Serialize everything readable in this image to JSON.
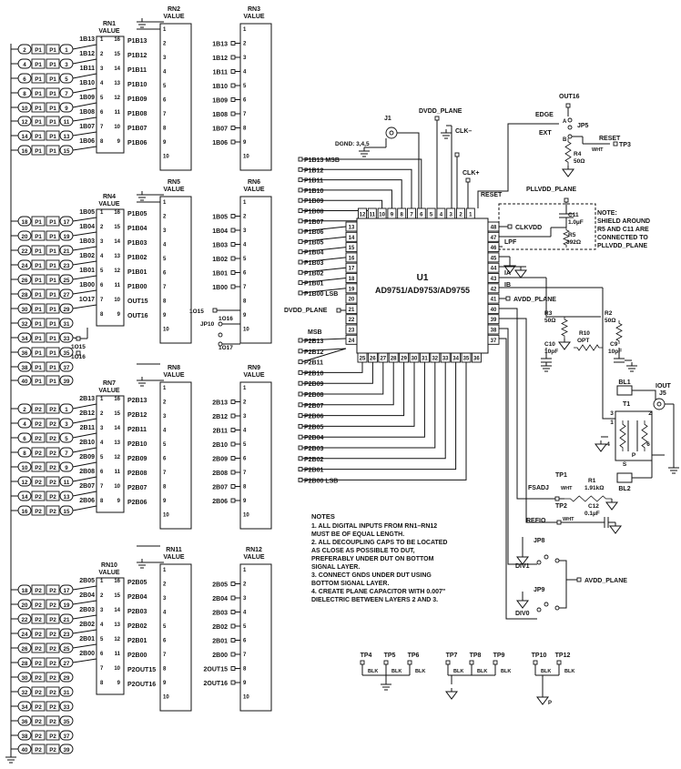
{
  "rn_blocks": [
    {
      "name": "RN1",
      "value": "VALUE",
      "pins": [
        "1",
        "16",
        "2",
        "15",
        "3",
        "14",
        "4",
        "13",
        "5",
        "12",
        "6",
        "11",
        "7",
        "10",
        "8",
        "9"
      ],
      "left": [
        "1B13",
        "1B12",
        "1B11",
        "1B10",
        "1B09",
        "1B08",
        "1B07",
        "1B06"
      ],
      "right": [
        "P1B13",
        "P1B12",
        "P1B11",
        "P1B10",
        "P1B09",
        "P1B08",
        "P1B07",
        "P1B06"
      ]
    },
    {
      "name": "RN4",
      "value": "VALUE",
      "pins": [
        "1",
        "16",
        "2",
        "15",
        "3",
        "14",
        "4",
        "13",
        "5",
        "12",
        "6",
        "11",
        "7",
        "10",
        "8",
        "9"
      ],
      "left": [
        "1B05",
        "1B04",
        "1B03",
        "1B02",
        "1B01",
        "1B00",
        "1O17",
        ""
      ],
      "right": [
        "P1B05",
        "P1B04",
        "P1B03",
        "P1B02",
        "P1B01",
        "P1B00",
        "OUT15",
        "OUT16"
      ]
    },
    {
      "name": "RN7",
      "value": "VALUE",
      "pins": [
        "1",
        "16",
        "2",
        "15",
        "3",
        "14",
        "4",
        "13",
        "5",
        "12",
        "6",
        "11",
        "7",
        "10",
        "8",
        "9"
      ],
      "left": [
        "2B13",
        "2B12",
        "2B11",
        "2B10",
        "2B09",
        "2B08",
        "2B07",
        "2B06"
      ],
      "right": [
        "P2B13",
        "P2B12",
        "P2B11",
        "P2B10",
        "P2B09",
        "P2B08",
        "P2B07",
        "P2B06"
      ]
    },
    {
      "name": "RN10",
      "value": "VALUE",
      "pins": [
        "1",
        "16",
        "2",
        "15",
        "3",
        "14",
        "4",
        "13",
        "5",
        "12",
        "6",
        "11",
        "7",
        "10",
        "8",
        "9"
      ],
      "left": [
        "2B05",
        "2B04",
        "2B03",
        "2B02",
        "2B01",
        "2B00",
        "",
        ""
      ],
      "right": [
        "P2B05",
        "P2B04",
        "P2B03",
        "P2B02",
        "P2B01",
        "P2B00",
        "P2OUT15",
        "P2OUT16"
      ]
    }
  ],
  "sip_blocks": [
    {
      "name": "RN2",
      "value": "VALUE",
      "labels": []
    },
    {
      "name": "RN5",
      "value": "VALUE",
      "labels": []
    },
    {
      "name": "RN8",
      "value": "VALUE",
      "labels": []
    },
    {
      "name": "RN11",
      "value": "VALUE",
      "labels": []
    },
    {
      "name": "RN3",
      "value": "VALUE",
      "labels": [
        "1B13",
        "1B12",
        "1B11",
        "1B10",
        "1B09",
        "1B08",
        "1B07",
        "1B06"
      ]
    },
    {
      "name": "RN6",
      "value": "VALUE",
      "labels": [
        "1B05",
        "1B04",
        "1B03",
        "1B02",
        "1B01",
        "1B00",
        "",
        ""
      ]
    },
    {
      "name": "RN9",
      "value": "VALUE",
      "labels": [
        "2B13",
        "2B12",
        "2B11",
        "2B10",
        "2B09",
        "2B08",
        "2B07",
        "2B06"
      ]
    },
    {
      "name": "RN12",
      "value": "VALUE",
      "labels": [
        "2B05",
        "2B04",
        "2B03",
        "2B02",
        "2B01",
        "2B00",
        "2OUT15",
        "2OUT16"
      ]
    }
  ],
  "connector_rows": {
    "p1": [
      [
        "2",
        "P1",
        "P1",
        "1"
      ],
      [
        "4",
        "P1",
        "P1",
        "3"
      ],
      [
        "6",
        "P1",
        "P1",
        "5"
      ],
      [
        "8",
        "P1",
        "P1",
        "7"
      ],
      [
        "10",
        "P1",
        "P1",
        "9"
      ],
      [
        "12",
        "P1",
        "P1",
        "11"
      ],
      [
        "14",
        "P1",
        "P1",
        "13"
      ],
      [
        "16",
        "P1",
        "P1",
        "15"
      ],
      [
        "18",
        "P1",
        "P1",
        "17"
      ],
      [
        "20",
        "P1",
        "P1",
        "19"
      ],
      [
        "22",
        "P1",
        "P1",
        "21"
      ],
      [
        "24",
        "P1",
        "P1",
        "23"
      ],
      [
        "26",
        "P1",
        "P1",
        "25"
      ],
      [
        "28",
        "P1",
        "P1",
        "27"
      ],
      [
        "30",
        "P1",
        "P1",
        "29"
      ],
      [
        "32",
        "P1",
        "P1",
        "31"
      ],
      [
        "34",
        "P1",
        "P1",
        "33"
      ],
      [
        "36",
        "P1",
        "P1",
        "35"
      ],
      [
        "38",
        "P1",
        "P1",
        "37"
      ],
      [
        "40",
        "P1",
        "P1",
        "39"
      ]
    ],
    "p2": [
      [
        "2",
        "P2",
        "P2",
        "1"
      ],
      [
        "4",
        "P2",
        "P2",
        "3"
      ],
      [
        "6",
        "P2",
        "P2",
        "5"
      ],
      [
        "8",
        "P2",
        "P2",
        "7"
      ],
      [
        "10",
        "P2",
        "P2",
        "9"
      ],
      [
        "12",
        "P2",
        "P2",
        "11"
      ],
      [
        "14",
        "P2",
        "P2",
        "13"
      ],
      [
        "16",
        "P2",
        "P2",
        "15"
      ],
      [
        "18",
        "P2",
        "P2",
        "17"
      ],
      [
        "20",
        "P2",
        "P2",
        "19"
      ],
      [
        "22",
        "P2",
        "P2",
        "21"
      ],
      [
        "24",
        "P2",
        "P2",
        "23"
      ],
      [
        "26",
        "P2",
        "P2",
        "25"
      ],
      [
        "28",
        "P2",
        "P2",
        "27"
      ],
      [
        "30",
        "P2",
        "P2",
        "29"
      ],
      [
        "32",
        "P2",
        "P2",
        "31"
      ],
      [
        "34",
        "P2",
        "P2",
        "33"
      ],
      [
        "36",
        "P2",
        "P2",
        "35"
      ],
      [
        "38",
        "P2",
        "P2",
        "37"
      ],
      [
        "40",
        "P2",
        "P2",
        "39"
      ]
    ]
  },
  "side_labels": {
    "o15": "1O15",
    "o16": "1O16"
  },
  "jp10": {
    "name": "JP10",
    "a": "1O15",
    "b": "1O16",
    "c": "1O17"
  },
  "u1": {
    "name": "U1",
    "part": "AD9751/AD9753/AD9755",
    "top_pins": [
      "12",
      "11",
      "10",
      "9",
      "8",
      "7",
      "6",
      "5",
      "4",
      "3",
      "2",
      "1"
    ],
    "left_pins": [
      "13",
      "14",
      "15",
      "16",
      "17",
      "18",
      "19",
      "20",
      "21",
      "22",
      "23",
      "24"
    ],
    "bottom_pins": [
      "25",
      "26",
      "27",
      "28",
      "29",
      "30",
      "31",
      "32",
      "33",
      "34",
      "35",
      "36"
    ],
    "right_pins": [
      "48",
      "47",
      "46",
      "45",
      "44",
      "43",
      "42",
      "41",
      "40",
      "39",
      "38",
      "37"
    ],
    "port1": [
      "P1B13 MSB",
      "P1B12",
      "P1B11",
      "P1B10",
      "P1B09",
      "P1B08",
      "P1B07",
      "P1B06",
      "P1B05",
      "P1B04",
      "P1B03",
      "P1B02",
      "P1B01",
      "P1B00 LSB"
    ],
    "port2": [
      "P2B13",
      "P2B12",
      "P2B11",
      "P2B10",
      "P2B09",
      "P2B08",
      "P2B07",
      "P2B06",
      "P2B05",
      "P2B04",
      "P2B03",
      "P2B02",
      "P2B01",
      "P2B00 LSB"
    ],
    "msb": "MSB",
    "dvdd_plane": "DVDD_PLANE"
  },
  "top_labels": {
    "j1": "J1",
    "dgnd": "DGND: 3,4,5",
    "dvdd": "DVDD_PLANE",
    "clkm": "CLK–",
    "clkp": "CLK+",
    "reset": "RESET",
    "out16": "OUT16",
    "edge": "EDGE",
    "ext": "EXT",
    "jp5": "JP5",
    "a": "A",
    "b": "B",
    "r4": "R4",
    "r4v": "50Ω",
    "reset2": "RESET",
    "whttp3": "WHT",
    "tp3": "TP3",
    "pllvdd": "PLLVDD_PLANE",
    "c11": "C11",
    "c11v": "1.0µF",
    "r5": "R5",
    "r5v": "392Ω",
    "note": [
      "NOTE:",
      "SHIELD AROUND",
      "R5 AND C11 ARE",
      "CONNECTED TO",
      "PLLVDD_PLANE"
    ],
    "clkvdd": "CLKVDD",
    "lpf": "LPF",
    "ia": "IA",
    "ib": "IB",
    "avdd": "AVDD_PLANE"
  },
  "analog": {
    "r3": "R3",
    "r3v": "50Ω",
    "r10": "R10",
    "r10v": "OPT",
    "r2": "R2",
    "r2v": "50Ω",
    "c10": "C10",
    "c10v": "10pF",
    "c9": "C9",
    "c9v": "10pF",
    "bl1": "BL1",
    "bl2": "BL2",
    "t1": "T1",
    "j5": "J5",
    "iout": "IOUT",
    "fsadj": "FSADJ",
    "tp1": "TP1",
    "r1": "R1",
    "r1v": "1.91kΩ",
    "refio": "REFIO",
    "tp2": "TP2",
    "c12": "C12",
    "c12v": "0.1µF",
    "wht": "WHT",
    "jp8": "JP8",
    "jp9": "JP9",
    "div1": "DIV1",
    "div0": "DIV0",
    "avdd": "AVDD_PLANE",
    "t1pins": [
      "3",
      "2",
      "1",
      "4",
      "6",
      "S",
      "P"
    ]
  },
  "notes": {
    "title": "NOTES",
    "lines": [
      "1. ALL DIGITAL INPUTS FROM RN1–RN12",
      "    MUST BE OF EQUAL LENGTH.",
      "2. ALL DECOUPLING CAPS TO BE LOCATED",
      "    AS CLOSE AS POSSIBLE TO DUT,",
      "    PREFERABLY UNDER DUT ON BOTTOM",
      "    SIGNAL LAYER.",
      "3. CONNECT GNDS UNDER DUT USING",
      "    BOTTOM SIGNAL LAYER.",
      "4. CREATE PLANE CAPACITOR WITH 0.007\"",
      "    DIELECTRIC BETWEEN LAYERS 2 AND 3."
    ]
  },
  "testpoints": [
    {
      "name": "TP4",
      "tag": "BLK"
    },
    {
      "name": "TP5",
      "tag": "BLK"
    },
    {
      "name": "TP6",
      "tag": "BLK"
    },
    {
      "name": "TP7",
      "tag": "BLK"
    },
    {
      "name": "TP8",
      "tag": "BLK"
    },
    {
      "name": "TP9",
      "tag": "BLK"
    },
    {
      "name": "TP10",
      "tag": "BLK"
    },
    {
      "name": "TP12",
      "tag": "BLK"
    }
  ],
  "tp_ground_p": "P"
}
